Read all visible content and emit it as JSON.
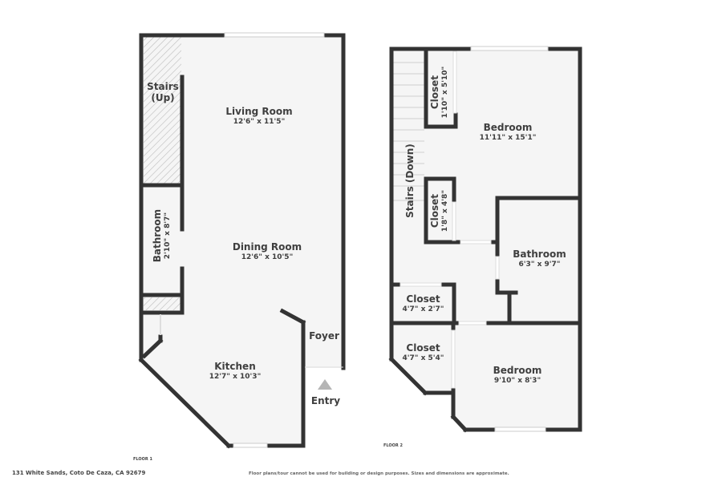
{
  "colors": {
    "wall": "#333333",
    "floor_fill": "#f5f5f5",
    "hatch": "#bbbbbb",
    "window": "#ffffff",
    "entry_arrow": "#b5b5b5",
    "text": "#3f3f3f"
  },
  "floor1": {
    "label": "FLOOR 1",
    "rooms": [
      {
        "name": "Stairs\n(Up)",
        "name_line1": "Stairs",
        "name_line2": "(Up)",
        "dims": ""
      },
      {
        "name": "Living Room",
        "dims": "12'6\" x 11'5\""
      },
      {
        "name": "Bathroom",
        "dims": "2'10\" x 8'7\""
      },
      {
        "name": "Dining Room",
        "dims": "12'6\" x 10'5\""
      },
      {
        "name": "Foyer",
        "dims": ""
      },
      {
        "name": "Kitchen",
        "dims": "12'7\" x 10'3\""
      }
    ],
    "entry_label": "Entry"
  },
  "floor2": {
    "label": "FLOOR 2",
    "rooms": [
      {
        "name": "Stairs (Down)",
        "dims": ""
      },
      {
        "name": "Closet",
        "dims": "1'10\" x 5'10\""
      },
      {
        "name": "Bedroom",
        "dims": "11'11\" x 15'1\""
      },
      {
        "name": "Closet",
        "dims": "1'8\" x 4'8\""
      },
      {
        "name": "Bathroom",
        "dims": "6'3\" x 9'7\""
      },
      {
        "name": "Closet",
        "dims": "4'7\" x 2'7\""
      },
      {
        "name": "Closet",
        "dims": "4'7\" x 5'4\""
      },
      {
        "name": "Bedroom",
        "dims": "9'10\" x 8'3\""
      }
    ]
  },
  "footer": {
    "address": "131 White Sands, Coto De Caza, CA 92679",
    "disclaimer": "Floor plans/tour cannot be used for building or design purposes. Sizes and dimensions are approximate."
  }
}
